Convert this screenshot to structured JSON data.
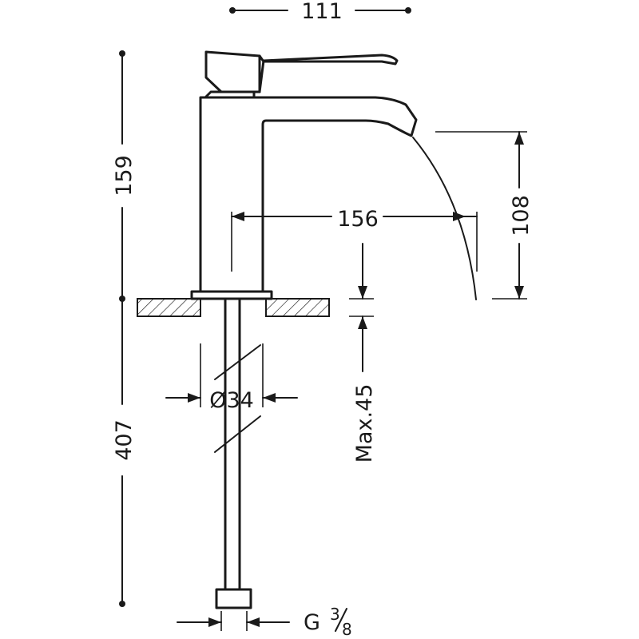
{
  "dimensions": {
    "top_width": "111",
    "height_above_deck": "159",
    "total_height": "407",
    "spout_reach": "156",
    "spout_clearance": "108",
    "base_diameter": "Ø34",
    "max_deck_thickness": "Max.45",
    "connection_thread": "G",
    "connection_thread_numerator": "3",
    "connection_thread_denominator": "8"
  }
}
